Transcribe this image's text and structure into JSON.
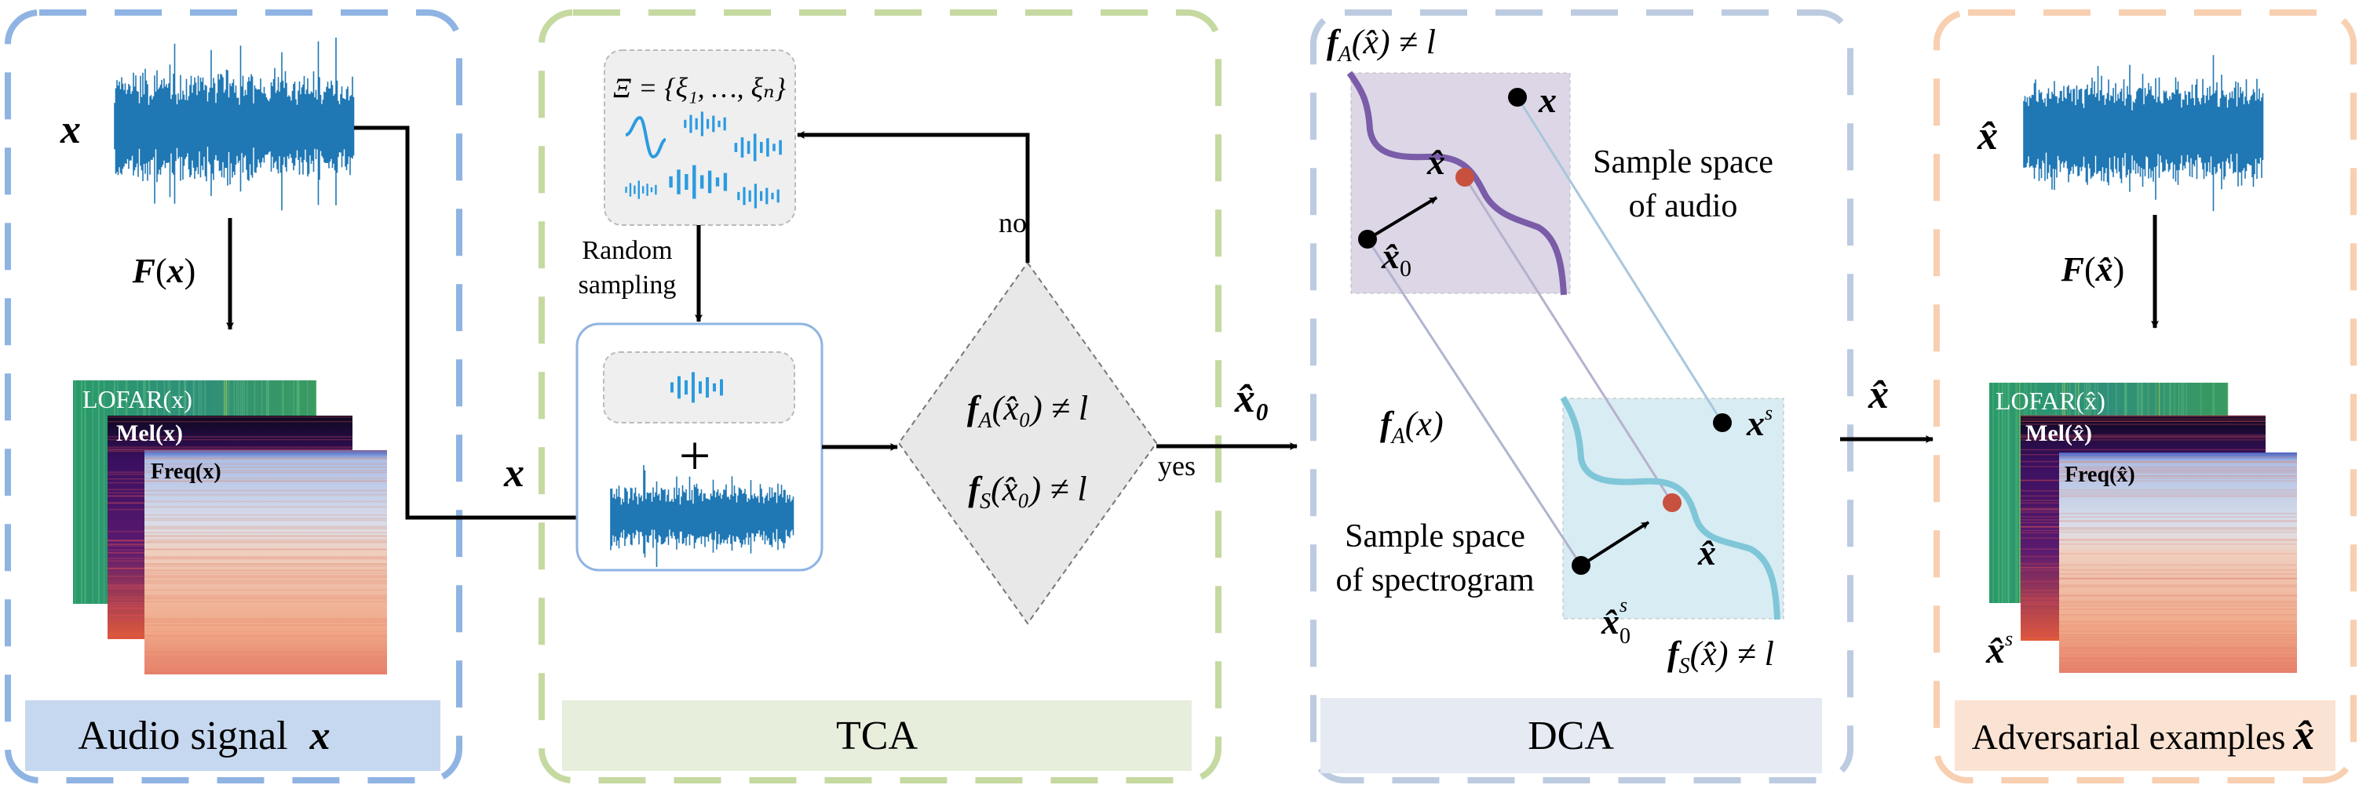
{
  "colors": {
    "audio_border": "#8fb4e3",
    "audio_fill": "#c6d8ef",
    "tca_border": "#c5d9a0",
    "tca_fill": "#e7eedc",
    "dca_border": "#bccbe0",
    "dca_fill": "#e5eaf3",
    "adv_border": "#f8cfb0",
    "adv_fill": "#fbe3d3",
    "waveform": "#1f77b4",
    "icon_blue": "#2b9be0",
    "audio_space": "#dcd6e6",
    "audio_curve": "#7a5ca8",
    "spec_space": "#d8ecf3",
    "spec_curve": "#7fc6d8",
    "adversarial_point": "#c8503f"
  },
  "audio_panel": {
    "label": "Audio signal",
    "label_var": "x",
    "signal_var": "x",
    "transform": {
      "f": "F",
      "open": "(",
      "var": "x",
      "close": ")"
    },
    "spectrograms": {
      "lofar": "LOFAR(x)",
      "mel": "Mel(x)",
      "freq": "Freq(x)"
    },
    "feed_var": "x"
  },
  "tca_panel": {
    "label": "TCA",
    "set_formula": "Ξ = {ξ₁, …, ξₙ}",
    "random_sampling": [
      "Random",
      "sampling"
    ],
    "plus": "+",
    "condition_audio": {
      "f": "f",
      "sub": "A",
      "rest": "(x̂₀) ≠ l"
    },
    "condition_spec": {
      "f": "f",
      "sub": "S",
      "rest": "(x̂₀) ≠ l"
    },
    "no_label": "no",
    "yes_label": "yes",
    "output_var": "x̂₀"
  },
  "dca_panel": {
    "label": "DCA",
    "top_condition": {
      "f": "f",
      "sub": "A",
      "rest": "(x̂) ≠ l"
    },
    "mid_condition": {
      "f": "f",
      "sub": "A",
      "rest": "(x)"
    },
    "bottom_condition": {
      "f": "f",
      "sub": "S",
      "rest": "(x̂) ≠ l"
    },
    "audio_space_label": [
      "Sample space",
      "of audio"
    ],
    "spec_space_label": [
      "Sample space",
      "of spectrogram"
    ],
    "points": {
      "x": "x",
      "x_hat": "x̂",
      "x_hat0": "x̂",
      "x_hat0_sub": "0",
      "xs": "x",
      "xs_sup": "s",
      "x_hat_s": "x̂",
      "x_hat0s": "x̂",
      "x_hat0s_sub": "0",
      "x_hat0s_sup": "s"
    },
    "output_var": "x̂"
  },
  "adv_panel": {
    "label": "Adversarial examples",
    "label_var": "x̂",
    "signal_var": "x̂",
    "transform": {
      "f": "F",
      "open": "(",
      "var": "x̂",
      "close": ")"
    },
    "spectrograms": {
      "lofar": "LOFAR(x̂)",
      "mel": "Mel(x̂)",
      "freq": "Freq(x̂)"
    },
    "spec_var": "x̂",
    "spec_sup": "s"
  }
}
